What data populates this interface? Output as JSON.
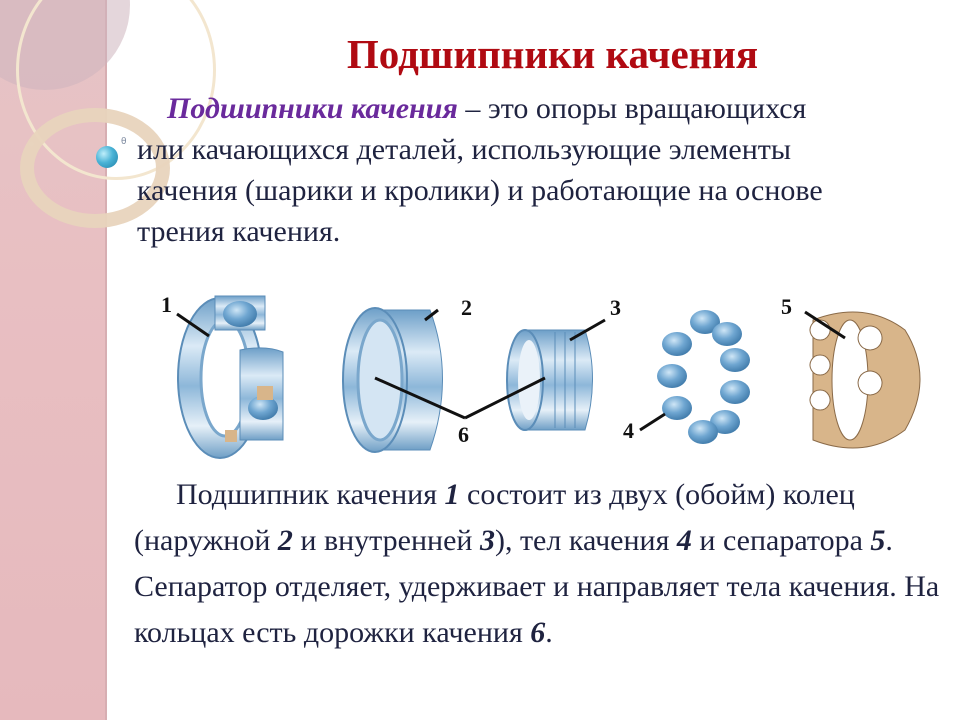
{
  "slide": {
    "title": "Подшипники качения",
    "definition": {
      "term": "Подшипники качения",
      "rest": " – это опоры вращающихся или качающихся деталей, использующие элементы качения (шарики и кролики) и работающие на основе трения качения."
    },
    "figure": {
      "labels": [
        "1",
        "2",
        "3",
        "4",
        "5",
        "6"
      ],
      "parts": [
        {
          "id": "1",
          "name": "bearing-assembly"
        },
        {
          "id": "2",
          "name": "outer-ring"
        },
        {
          "id": "3",
          "name": "inner-ring"
        },
        {
          "id": "4",
          "name": "rolling-balls"
        },
        {
          "id": "5",
          "name": "separator-cage"
        },
        {
          "id": "6",
          "name": "raceways"
        }
      ]
    },
    "description": {
      "t1": "Подшипник качения ",
      "n1": "1",
      "t2": " состоит из двух (обойм) колец  (наружной ",
      "n2": "2",
      "t3": " и внутренней ",
      "n3": "3",
      "t4": "), тел качения ",
      "n4": "4",
      "t5": " и сепаратора ",
      "n5": "5",
      "t6": ". Сепаратор отделяет, удерживает и направляет тела качения. На кольцах есть дорожки качения ",
      "n6": "6",
      "t7": "."
    },
    "colors": {
      "title": "#b00a12",
      "term": "#6a2a9c",
      "body_text": "#1f2340",
      "sidebar": "#e6c0c3",
      "steel": "#8fb8d8",
      "cage": "#d8b58a"
    }
  }
}
